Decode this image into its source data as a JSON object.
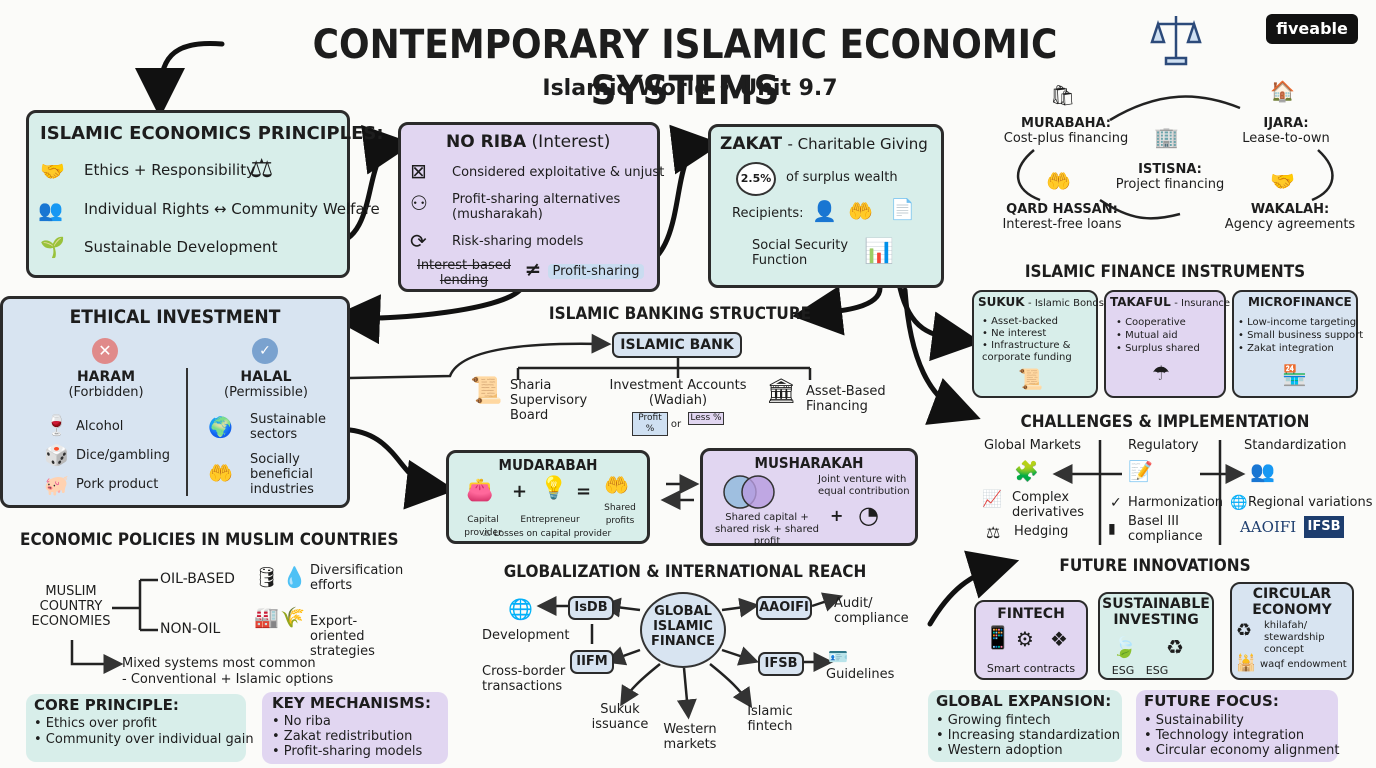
{
  "header": {
    "title": "CONTEMPORARY ISLAMIC ECONOMIC SYSTEMS",
    "subtitle": "Islamic World • Unit 9.7",
    "brand": "fiveable",
    "title_icon": "scales-icon"
  },
  "principles": {
    "title": "ISLAMIC ECONOMICS PRINCIPLES:",
    "items": [
      "Ethics + Responsibility",
      "Individual Rights ↔ Community Welfare",
      "Sustainable Development"
    ]
  },
  "riba": {
    "title": "NO RIBA",
    "title_suffix": "(Interest)",
    "items": [
      "Considered exploitative & unjust",
      "Profit-sharing alternatives",
      "(musharakah)",
      "Risk-sharing models"
    ],
    "compare_left": "Interest-based lending",
    "compare_sign": "≠",
    "compare_right": "Profit-sharing"
  },
  "zakat": {
    "title": "ZAKAT",
    "title_suffix": "- Charitable Giving",
    "rate": "2.5%",
    "rate_text": "of surplus wealth",
    "recipients": "Recipients:",
    "function": "Social Security Function"
  },
  "contracts": {
    "murabaha": {
      "name": "MURABAHA:",
      "desc": "Cost-plus financing"
    },
    "ijara": {
      "name": "IJARA:",
      "desc": "Lease-to-own"
    },
    "istisna": {
      "name": "ISTISNA:",
      "desc": "Project financing"
    },
    "qard": {
      "name": "QARD HASSAN:",
      "desc": "Interest-free loans"
    },
    "wakalah": {
      "name": "WAKALAH:",
      "desc": "Agency agreements"
    }
  },
  "ethical": {
    "title": "ETHICAL INVESTMENT",
    "haram": "HARAM",
    "haram_sub": "(Forbidden)",
    "halal": "HALAL",
    "halal_sub": "(Permissible)",
    "haram_items": [
      "Alcohol",
      "Dice/gambling",
      "Pork product"
    ],
    "halal_items": [
      "Sustainable sectors",
      "Socially beneficial industries"
    ]
  },
  "banking": {
    "title": "ISLAMIC BANKING STRUCTURE",
    "bank": "ISLAMIC BANK",
    "board": "Sharia Supervisory Board",
    "accounts": "Investment Accounts",
    "accounts_sub": "(Wadiah)",
    "profit": "Profit %",
    "or": "or",
    "less": "Less %",
    "asset": "Asset-Based Financing"
  },
  "mudarabah": {
    "title": "MUDARABAH",
    "capital": "Capital provider",
    "entrepreneur": "Entrepreneur",
    "shared": "Shared profits",
    "losses": "⚠ Losses on capital provider"
  },
  "musharakah": {
    "title": "MUSHARAKAH",
    "joint": "Joint venture with equal contribution",
    "shared": "Shared capital + shared risk + shared profit"
  },
  "instruments": {
    "title": "ISLAMIC FINANCE INSTRUMENTS",
    "sukuk": {
      "name": "SUKUK",
      "tag": "- Islamic Bonds",
      "items": [
        "Asset-backed",
        "Ne interest",
        "Infrastructure & corporate funding"
      ]
    },
    "takaful": {
      "name": "TAKAFUL",
      "tag": "- Insurance",
      "items": [
        "Cooperative",
        "Mutual aid",
        "Surplus shared"
      ]
    },
    "micro": {
      "name": "MICROFINANCE",
      "items": [
        "Low-income targeting",
        "Small business support",
        "Zakat integration"
      ]
    }
  },
  "challenges": {
    "title": "CHALLENGES & IMPLEMENTATION",
    "global": "Global Markets",
    "regulatory": "Regulatory",
    "standard": "Standardization",
    "complex": "Complex derivatives",
    "hedging": "Hedging",
    "harmonization": "Harmonization",
    "basel": "Basel III compliance",
    "regional": "Regional variations",
    "aaoifi": "AAOIFI",
    "ifsb": "IFSB"
  },
  "policies": {
    "title": "ECONOMIC POLICIES IN MUSLIM COUNTRIES",
    "economies": "MUSLIM COUNTRY ECONOMIES",
    "oil": "OIL-BASED",
    "nonoil": "NON-OIL",
    "diversification": "Diversification efforts",
    "export": "Export-oriented strategies",
    "mixed": "Mixed systems most common",
    "mixed_sub": "- Conventional + Islamic options"
  },
  "globalization": {
    "title": "GLOBALIZATION & INTERNATIONAL REACH",
    "center": "GLOBAL ISLAMIC FINANCE",
    "isdb": "IsDB",
    "iifm": "IIFM",
    "aaoifi": "AAOIFI",
    "ifsb": "IFSB",
    "development": "Development",
    "crossborder": "Cross-border transactions",
    "audit": "Audit/ compliance",
    "guidelines": "Guidelines",
    "sukuk": "Sukuk issuance",
    "western": "Western markets",
    "fintech": "Islamic fintech"
  },
  "future": {
    "title": "FUTURE INNOVATIONS",
    "fintech": "FINTECH",
    "smart": "Smart contracts",
    "sustainable": "SUSTAINABLE INVESTING",
    "esg1": "ESG",
    "esg2": "ESG",
    "circular": "CIRCULAR ECONOMY",
    "khilafah": "khilafah/ stewardship concept",
    "waqf": "waqf endowment"
  },
  "core": {
    "title": "CORE PRINCIPLE:",
    "items": [
      "• Ethics over profit",
      "• Community over individual gain"
    ]
  },
  "mechanisms": {
    "title": "KEY MECHANISMS:",
    "items": [
      "• No riba",
      "• Zakat redistribution",
      "• Profit-sharing models"
    ]
  },
  "expansion": {
    "title": "GLOBAL EXPANSION:",
    "items": [
      "• Growing fintech",
      "• Increasing standardization",
      "• Western adoption"
    ]
  },
  "focus": {
    "title": "FUTURE FOCUS:",
    "items": [
      "• Sustainability",
      "• Technology integration",
      "• Circular economy alignment"
    ]
  },
  "colors": {
    "teal": "#d8eeea",
    "lavender": "#e1d6f1",
    "blue": "#d8e4f1",
    "ink": "#2b2b2b"
  }
}
